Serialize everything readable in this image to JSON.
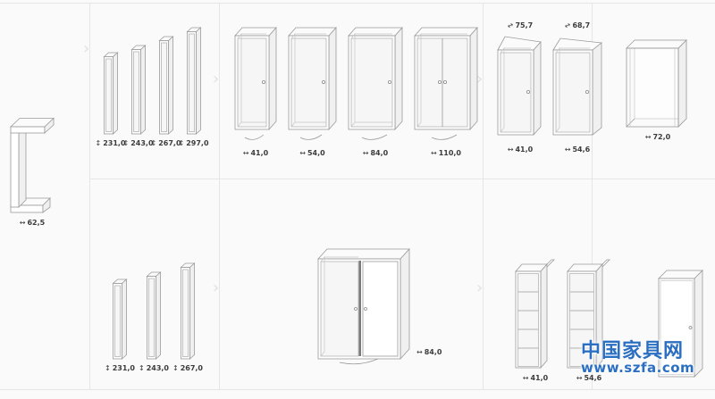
{
  "watermark": {
    "site_name": "中国家具网",
    "site_url": "www.szfa.com",
    "color": "#2b6fc2"
  },
  "icons": {
    "height_arrow": "↕",
    "width_arrow": "↔",
    "slant_arrow": "↔",
    "section_chevron": "›"
  },
  "sections": {
    "side_panel": {
      "width_label": "62,5"
    },
    "panels_top": {
      "height_labels": [
        "231,0",
        "243,0",
        "267,0",
        "297,0"
      ]
    },
    "wardrobes_top": {
      "width_labels": [
        "41,0",
        "54,0",
        "84,0",
        "110,0"
      ]
    },
    "slanted_wardrobes": {
      "slant_labels": [
        "75,7",
        "68,7"
      ],
      "width_labels": [
        "41,0",
        "54,6"
      ]
    },
    "open_frame": {
      "width_label": "72,0"
    },
    "panels_bottom": {
      "height_labels": [
        "231,0",
        "243,0",
        "267,0"
      ]
    },
    "double_wardrobe": {
      "width_label": "84,0"
    },
    "shelf_cabinets": {
      "width_labels": [
        "41,0",
        "54,6"
      ]
    }
  }
}
